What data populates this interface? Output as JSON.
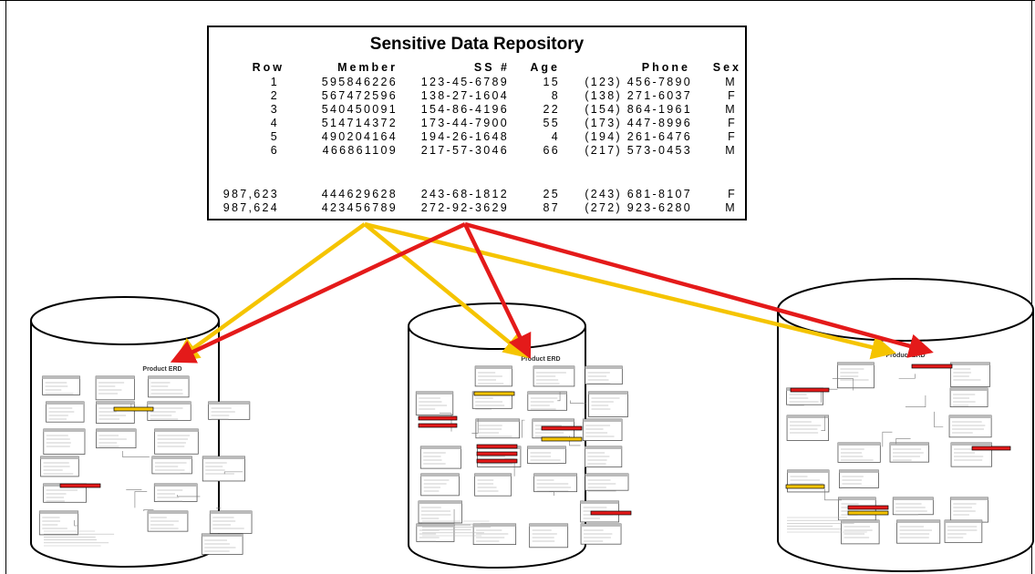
{
  "repository": {
    "title": "Sensitive Data Repository",
    "columns": [
      "Row",
      "Member",
      "SS #",
      "Age",
      "Phone",
      "Sex"
    ],
    "rows": [
      [
        "1",
        "595846226",
        "123-45-6789",
        "15",
        "(123) 456-7890",
        "M"
      ],
      [
        "2",
        "567472596",
        "138-27-1604",
        "8",
        "(138) 271-6037",
        "F"
      ],
      [
        "3",
        "540450091",
        "154-86-4196",
        "22",
        "(154) 864-1961",
        "M"
      ],
      [
        "4",
        "514714372",
        "173-44-7900",
        "55",
        "(173) 447-8996",
        "F"
      ],
      [
        "5",
        "490204164",
        "194-26-1648",
        "4",
        "(194) 261-6476",
        "F"
      ],
      [
        "6",
        "466861109",
        "217-57-3046",
        "66",
        "(217) 573-0453",
        "M"
      ],
      [
        "987,623",
        "444629628",
        "243-68-1812",
        "25",
        "(243) 681-8107",
        "F"
      ],
      [
        "987,624",
        "423456789",
        "272-92-3629",
        "87",
        "(272) 923-6280",
        "M"
      ]
    ]
  },
  "databases": [
    {
      "erd_title": "Product ERD"
    },
    {
      "erd_title": "Product ERD"
    },
    {
      "erd_title": "Product ERD"
    }
  ],
  "colors": {
    "arrow_yellow": "#f5c400",
    "arrow_red": "#e41a1a",
    "highlight_yellow": "#f5c400",
    "highlight_red": "#e41a1a"
  }
}
